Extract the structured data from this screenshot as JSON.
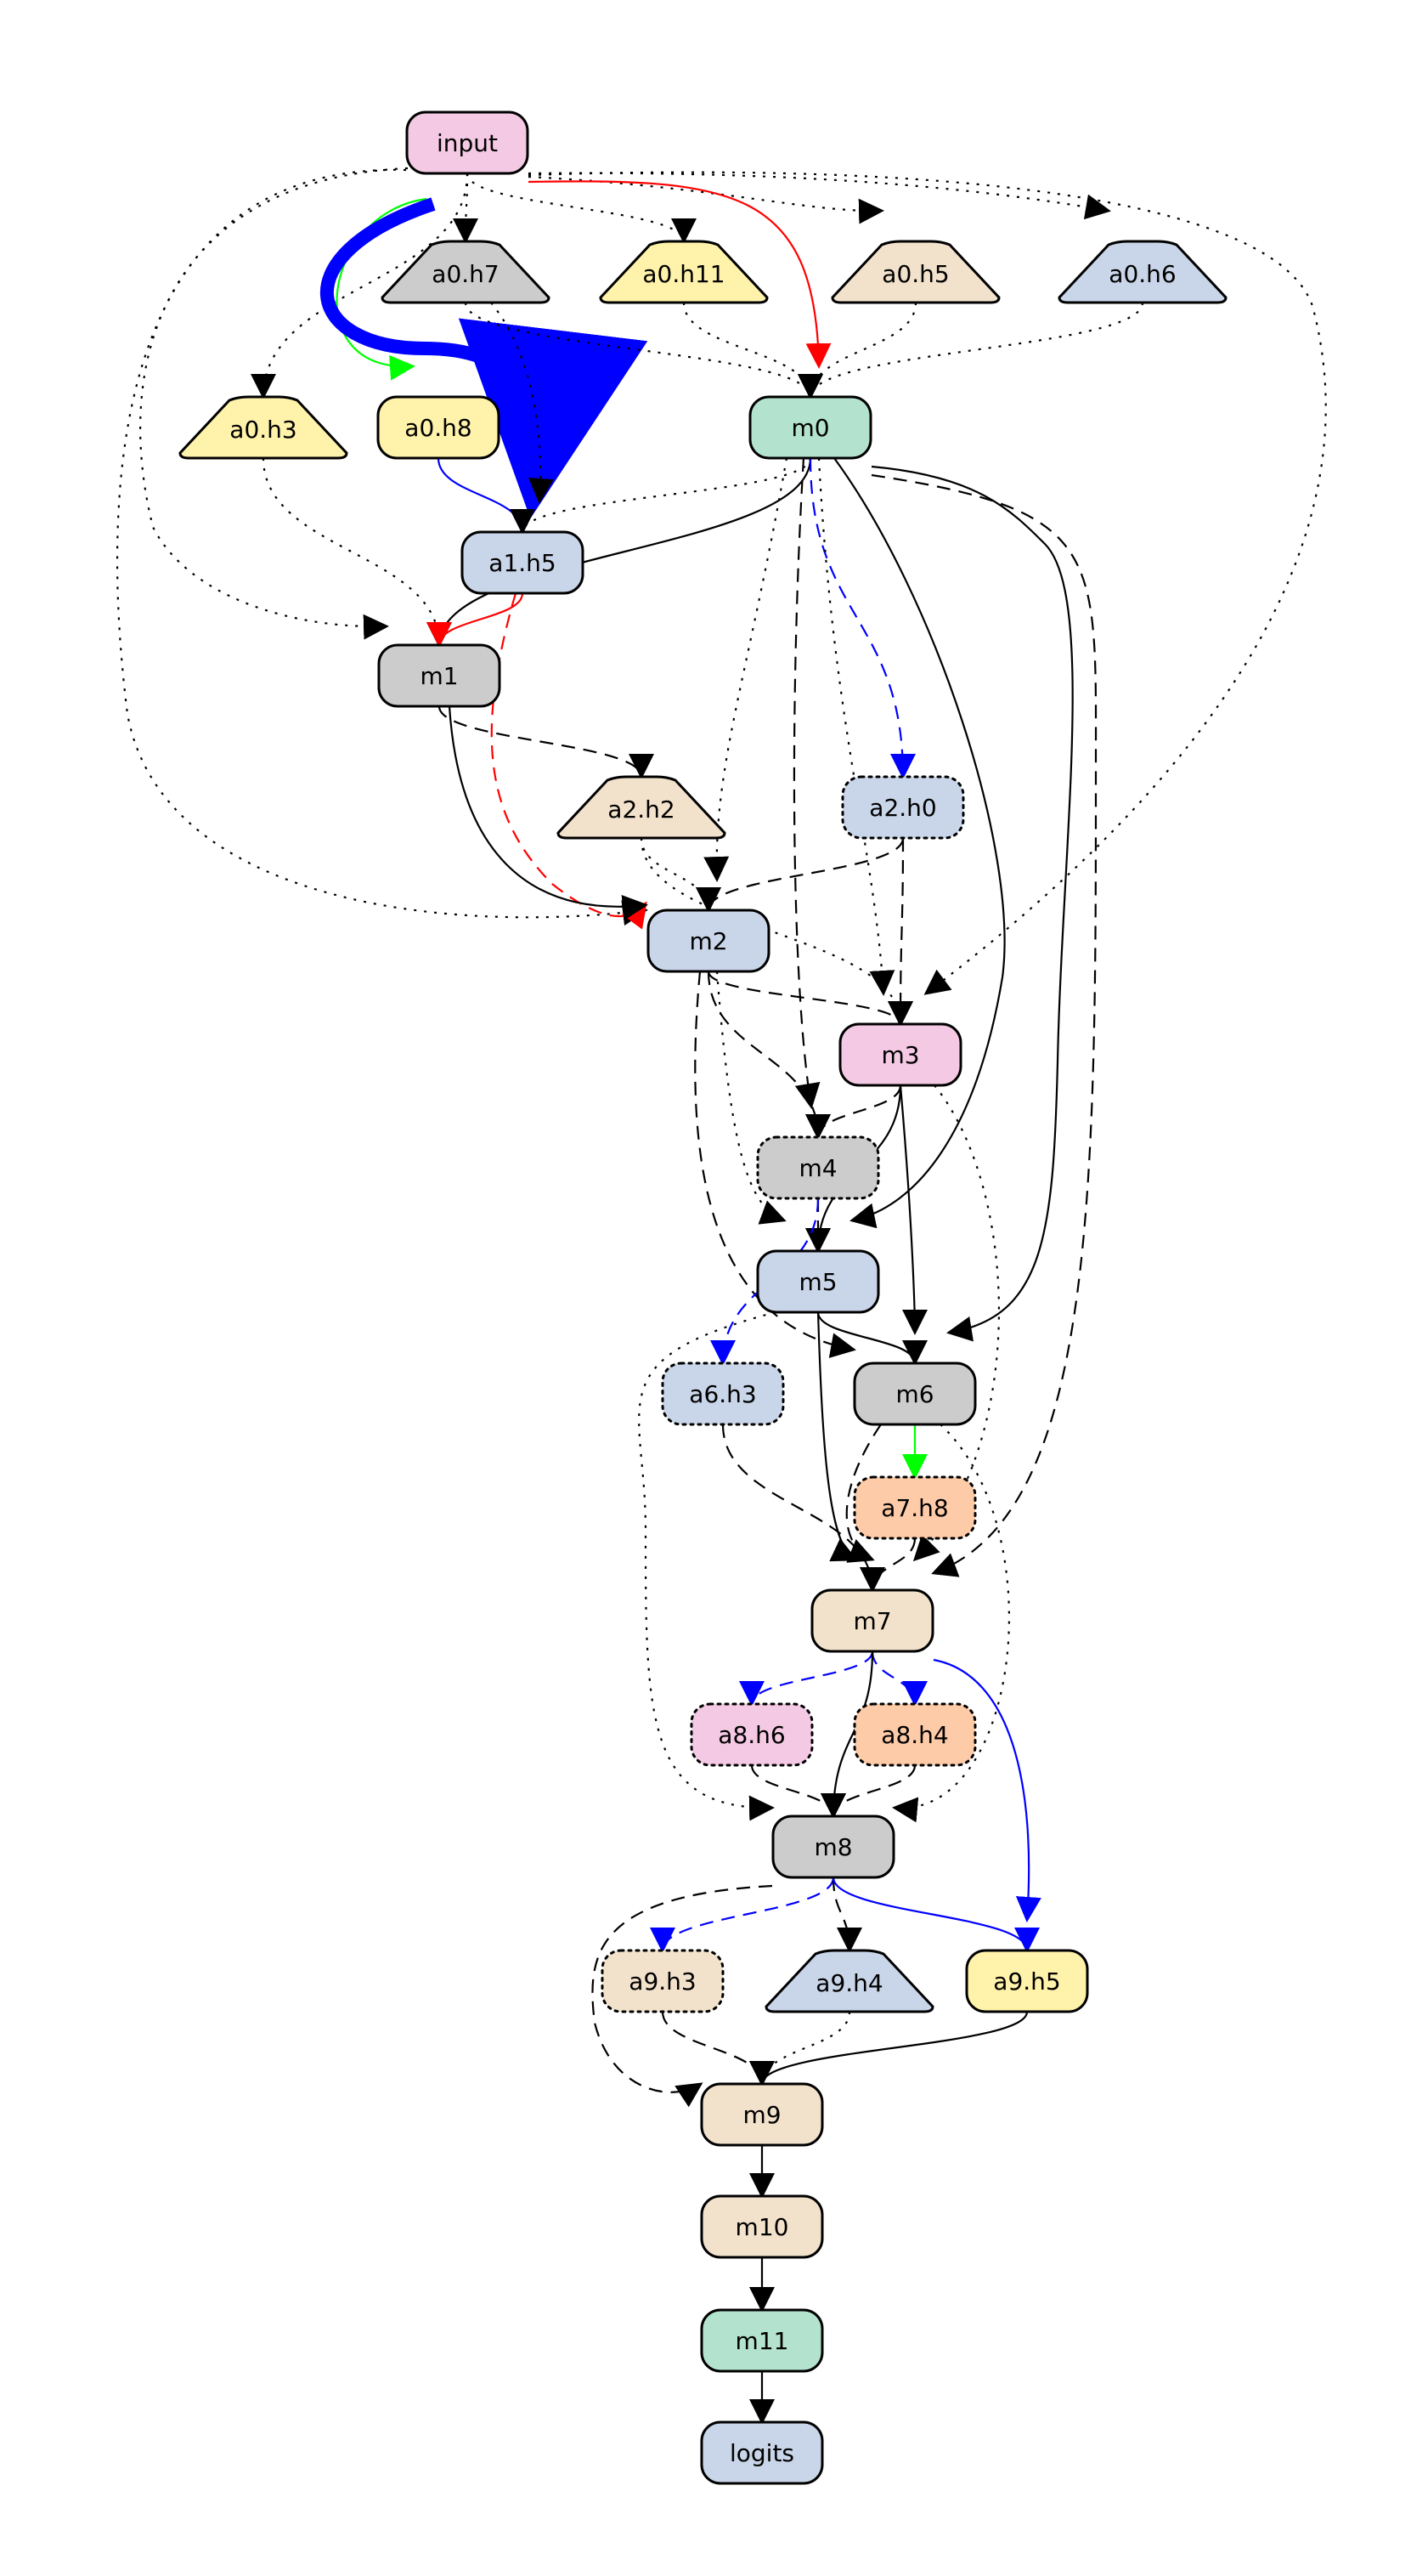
{
  "colors": {
    "pink": "#f4c9e3",
    "gray": "#cccccc",
    "yellow": "#fff2aa",
    "tan": "#f2e2cb",
    "blue": "#c9d5e8",
    "green": "#b3e3ce",
    "peach": "#fecba8",
    "edge_black": "#000000",
    "edge_red": "#ff0000",
    "edge_green": "#00ff00",
    "edge_blue": "#0000ff"
  },
  "nodes": [
    {
      "id": "input",
      "label": "input",
      "shape": "rounded",
      "fill": "pink",
      "border": "solid"
    },
    {
      "id": "a0.h7",
      "label": "a0.h7",
      "shape": "trap",
      "fill": "gray",
      "border": "solid"
    },
    {
      "id": "a0.h11",
      "label": "a0.h11",
      "shape": "trap",
      "fill": "yellow",
      "border": "solid"
    },
    {
      "id": "a0.h5",
      "label": "a0.h5",
      "shape": "trap",
      "fill": "tan",
      "border": "solid"
    },
    {
      "id": "a0.h6",
      "label": "a0.h6",
      "shape": "trap",
      "fill": "blue",
      "border": "solid"
    },
    {
      "id": "a0.h3",
      "label": "a0.h3",
      "shape": "trap",
      "fill": "yellow",
      "border": "solid"
    },
    {
      "id": "a0.h8",
      "label": "a0.h8",
      "shape": "rounded",
      "fill": "yellow",
      "border": "solid"
    },
    {
      "id": "m0",
      "label": "m0",
      "shape": "rounded",
      "fill": "green",
      "border": "solid"
    },
    {
      "id": "a1.h5",
      "label": "a1.h5",
      "shape": "rounded",
      "fill": "blue",
      "border": "solid"
    },
    {
      "id": "m1",
      "label": "m1",
      "shape": "rounded",
      "fill": "gray",
      "border": "solid"
    },
    {
      "id": "a2.h2",
      "label": "a2.h2",
      "shape": "trap",
      "fill": "tan",
      "border": "solid"
    },
    {
      "id": "a2.h0",
      "label": "a2.h0",
      "shape": "rounded",
      "fill": "blue",
      "border": "dotted"
    },
    {
      "id": "m2",
      "label": "m2",
      "shape": "rounded",
      "fill": "blue",
      "border": "solid"
    },
    {
      "id": "m3",
      "label": "m3",
      "shape": "rounded",
      "fill": "pink",
      "border": "solid"
    },
    {
      "id": "m4",
      "label": "m4",
      "shape": "rounded",
      "fill": "gray",
      "border": "dotted"
    },
    {
      "id": "m5",
      "label": "m5",
      "shape": "rounded",
      "fill": "blue",
      "border": "solid"
    },
    {
      "id": "a6.h3",
      "label": "a6.h3",
      "shape": "rounded",
      "fill": "blue",
      "border": "dotted"
    },
    {
      "id": "m6",
      "label": "m6",
      "shape": "rounded",
      "fill": "gray",
      "border": "solid"
    },
    {
      "id": "a7.h8",
      "label": "a7.h8",
      "shape": "rounded",
      "fill": "peach",
      "border": "dotted"
    },
    {
      "id": "m7",
      "label": "m7",
      "shape": "rounded",
      "fill": "tan",
      "border": "solid"
    },
    {
      "id": "a8.h6",
      "label": "a8.h6",
      "shape": "rounded",
      "fill": "pink",
      "border": "dotted"
    },
    {
      "id": "a8.h4",
      "label": "a8.h4",
      "shape": "rounded",
      "fill": "peach",
      "border": "dotted"
    },
    {
      "id": "m8",
      "label": "m8",
      "shape": "rounded",
      "fill": "gray",
      "border": "solid"
    },
    {
      "id": "a9.h3",
      "label": "a9.h3",
      "shape": "rounded",
      "fill": "tan",
      "border": "dotted"
    },
    {
      "id": "a9.h4",
      "label": "a9.h4",
      "shape": "trap",
      "fill": "blue",
      "border": "solid"
    },
    {
      "id": "a9.h5",
      "label": "a9.h5",
      "shape": "rounded",
      "fill": "yellow",
      "border": "solid"
    },
    {
      "id": "m9",
      "label": "m9",
      "shape": "rounded",
      "fill": "tan",
      "border": "solid"
    },
    {
      "id": "m10",
      "label": "m10",
      "shape": "rounded",
      "fill": "tan",
      "border": "solid"
    },
    {
      "id": "m11",
      "label": "m11",
      "shape": "rounded",
      "fill": "green",
      "border": "solid"
    },
    {
      "id": "logits",
      "label": "logits",
      "shape": "rounded",
      "fill": "blue",
      "border": "solid"
    }
  ],
  "edges": [
    {
      "from": "input",
      "to": "a0.h7",
      "style": "dotted",
      "color": "edge_black",
      "weight": "thin"
    },
    {
      "from": "input",
      "to": "a0.h11",
      "style": "dotted",
      "color": "edge_black",
      "weight": "thin"
    },
    {
      "from": "input",
      "to": "a0.h5",
      "style": "dotted",
      "color": "edge_black",
      "weight": "thin"
    },
    {
      "from": "input",
      "to": "a0.h6",
      "style": "dotted",
      "color": "edge_black",
      "weight": "thin"
    },
    {
      "from": "input",
      "to": "a0.h3",
      "style": "dotted",
      "color": "edge_black",
      "weight": "thin"
    },
    {
      "from": "input",
      "to": "a0.h8",
      "style": "solid",
      "color": "edge_green",
      "weight": "thin"
    },
    {
      "from": "input",
      "to": "m0",
      "style": "solid",
      "color": "edge_red",
      "weight": "thin"
    },
    {
      "from": "input",
      "to": "a1.h5",
      "style": "solid",
      "color": "edge_blue",
      "weight": "heavy"
    },
    {
      "from": "input",
      "to": "m1",
      "style": "dotted",
      "color": "edge_black",
      "weight": "thin"
    },
    {
      "from": "input",
      "to": "m2",
      "style": "dotted",
      "color": "edge_black",
      "weight": "thin"
    },
    {
      "from": "input",
      "to": "m3",
      "style": "dotted",
      "color": "edge_black",
      "weight": "thin"
    },
    {
      "from": "a0.h7",
      "to": "m0",
      "style": "dotted",
      "color": "edge_black",
      "weight": "thin"
    },
    {
      "from": "a0.h7",
      "to": "a1.h5",
      "style": "dotted",
      "color": "edge_black",
      "weight": "thin"
    },
    {
      "from": "a0.h11",
      "to": "m0",
      "style": "dotted",
      "color": "edge_black",
      "weight": "thin"
    },
    {
      "from": "a0.h5",
      "to": "m0",
      "style": "dotted",
      "color": "edge_black",
      "weight": "thin"
    },
    {
      "from": "a0.h6",
      "to": "m0",
      "style": "dotted",
      "color": "edge_black",
      "weight": "thin"
    },
    {
      "from": "a0.h3",
      "to": "m1",
      "style": "dotted",
      "color": "edge_black",
      "weight": "thin"
    },
    {
      "from": "a0.h8",
      "to": "a1.h5",
      "style": "solid",
      "color": "edge_blue",
      "weight": "thin"
    },
    {
      "from": "m0",
      "to": "a1.h5",
      "style": "dotted",
      "color": "edge_black",
      "weight": "thin"
    },
    {
      "from": "m0",
      "to": "m1",
      "style": "solid",
      "color": "edge_black",
      "weight": "thin"
    },
    {
      "from": "m0",
      "to": "a2.h0",
      "style": "dashed",
      "color": "edge_blue",
      "weight": "thin"
    },
    {
      "from": "m0",
      "to": "m2",
      "style": "dotted",
      "color": "edge_black",
      "weight": "thin"
    },
    {
      "from": "m0",
      "to": "m3",
      "style": "dotted",
      "color": "edge_black",
      "weight": "thin"
    },
    {
      "from": "m0",
      "to": "m4",
      "style": "dashed",
      "color": "edge_black",
      "weight": "thin"
    },
    {
      "from": "m0",
      "to": "m5",
      "style": "solid",
      "color": "edge_black",
      "weight": "thin"
    },
    {
      "from": "m0",
      "to": "m6",
      "style": "solid",
      "color": "edge_black",
      "weight": "thin"
    },
    {
      "from": "m0",
      "to": "m7",
      "style": "dashed",
      "color": "edge_black",
      "weight": "thin"
    },
    {
      "from": "a1.h5",
      "to": "m1",
      "style": "solid",
      "color": "edge_red",
      "weight": "thin"
    },
    {
      "from": "a1.h5",
      "to": "m2",
      "style": "dashed",
      "color": "edge_red",
      "weight": "thin"
    },
    {
      "from": "m1",
      "to": "m2",
      "style": "solid",
      "color": "edge_black",
      "weight": "thin"
    },
    {
      "from": "m1",
      "to": "a2.h2",
      "style": "dashed",
      "color": "edge_black",
      "weight": "thin"
    },
    {
      "from": "a2.h2",
      "to": "m2",
      "style": "dotted",
      "color": "edge_black",
      "weight": "thin"
    },
    {
      "from": "a2.h2",
      "to": "m3",
      "style": "dotted",
      "color": "edge_black",
      "weight": "thin"
    },
    {
      "from": "a2.h0",
      "to": "m2",
      "style": "dashed",
      "color": "edge_black",
      "weight": "thin"
    },
    {
      "from": "a2.h0",
      "to": "m3",
      "style": "dashed",
      "color": "edge_black",
      "weight": "thin"
    },
    {
      "from": "m2",
      "to": "m3",
      "style": "dashed",
      "color": "edge_black",
      "weight": "thin"
    },
    {
      "from": "m2",
      "to": "m4",
      "style": "dashed",
      "color": "edge_black",
      "weight": "thin"
    },
    {
      "from": "m2",
      "to": "m5",
      "style": "dotted",
      "color": "edge_black",
      "weight": "thin"
    },
    {
      "from": "m2",
      "to": "m6",
      "style": "dashed",
      "color": "edge_black",
      "weight": "thin"
    },
    {
      "from": "m3",
      "to": "m4",
      "style": "dashed",
      "color": "edge_black",
      "weight": "thin"
    },
    {
      "from": "m3",
      "to": "m5",
      "style": "solid",
      "color": "edge_black",
      "weight": "thin"
    },
    {
      "from": "m3",
      "to": "m6",
      "style": "solid",
      "color": "edge_black",
      "weight": "thin"
    },
    {
      "from": "m3",
      "to": "m7",
      "style": "dotted",
      "color": "edge_black",
      "weight": "thin"
    },
    {
      "from": "m4",
      "to": "m5",
      "style": "dashed",
      "color": "edge_black",
      "weight": "thin"
    },
    {
      "from": "m4",
      "to": "a6.h3",
      "style": "dashed",
      "color": "edge_blue",
      "weight": "thin"
    },
    {
      "from": "m5",
      "to": "m6",
      "style": "solid",
      "color": "edge_black",
      "weight": "thin"
    },
    {
      "from": "m5",
      "to": "m7",
      "style": "solid",
      "color": "edge_black",
      "weight": "thin"
    },
    {
      "from": "m5",
      "to": "m8",
      "style": "dotted",
      "color": "edge_black",
      "weight": "thin"
    },
    {
      "from": "a6.h3",
      "to": "m7",
      "style": "dashed",
      "color": "edge_black",
      "weight": "thin"
    },
    {
      "from": "m6",
      "to": "a7.h8",
      "style": "solid",
      "color": "edge_green",
      "weight": "thin"
    },
    {
      "from": "m6",
      "to": "m7",
      "style": "dashed",
      "color": "edge_black",
      "weight": "thin"
    },
    {
      "from": "m6",
      "to": "m8",
      "style": "dotted",
      "color": "edge_black",
      "weight": "thin"
    },
    {
      "from": "a7.h8",
      "to": "m7",
      "style": "dashed",
      "color": "edge_black",
      "weight": "thin"
    },
    {
      "from": "m7",
      "to": "a8.h6",
      "style": "dashed",
      "color": "edge_blue",
      "weight": "thin"
    },
    {
      "from": "m7",
      "to": "a8.h4",
      "style": "dashed",
      "color": "edge_blue",
      "weight": "thin"
    },
    {
      "from": "m7",
      "to": "m8",
      "style": "solid",
      "color": "edge_black",
      "weight": "thin"
    },
    {
      "from": "m7",
      "to": "a9.h5",
      "style": "solid",
      "color": "edge_blue",
      "weight": "thin"
    },
    {
      "from": "a8.h6",
      "to": "m8",
      "style": "dashed",
      "color": "edge_black",
      "weight": "thin"
    },
    {
      "from": "a8.h4",
      "to": "m8",
      "style": "dashed",
      "color": "edge_black",
      "weight": "thin"
    },
    {
      "from": "m8",
      "to": "a9.h3",
      "style": "dashed",
      "color": "edge_blue",
      "weight": "thin"
    },
    {
      "from": "m8",
      "to": "a9.h4",
      "style": "dashed",
      "color": "edge_black",
      "weight": "thin"
    },
    {
      "from": "m8",
      "to": "a9.h5",
      "style": "solid",
      "color": "edge_blue",
      "weight": "thin"
    },
    {
      "from": "m8",
      "to": "m9",
      "style": "dashed",
      "color": "edge_black",
      "weight": "thin"
    },
    {
      "from": "a9.h3",
      "to": "m9",
      "style": "dashed",
      "color": "edge_black",
      "weight": "thin"
    },
    {
      "from": "a9.h4",
      "to": "m9",
      "style": "dotted",
      "color": "edge_black",
      "weight": "thin"
    },
    {
      "from": "a9.h5",
      "to": "m9",
      "style": "solid",
      "color": "edge_black",
      "weight": "thin"
    },
    {
      "from": "m9",
      "to": "m10",
      "style": "solid",
      "color": "edge_black",
      "weight": "thin"
    },
    {
      "from": "m10",
      "to": "m11",
      "style": "solid",
      "color": "edge_black",
      "weight": "thin"
    },
    {
      "from": "m11",
      "to": "logits",
      "style": "solid",
      "color": "edge_black",
      "weight": "thin"
    }
  ]
}
